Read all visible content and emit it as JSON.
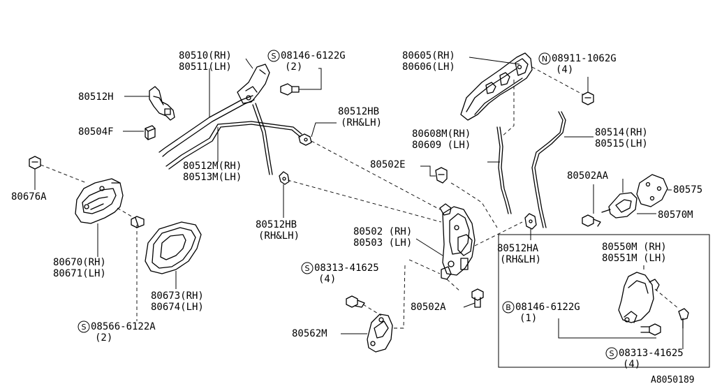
{
  "labels": {
    "p80510": "80510(RH)",
    "p80511": "80511(LH)",
    "s_8146_top_code": "08146-6122G",
    "s_8146_top_qty": "(2)",
    "p80512H": "80512H",
    "p80504F": "80504F",
    "p80512HB_top": "80512HB",
    "p80512HB_top_side": "(RH&LH)",
    "p80605": "80605(RH)",
    "p80606": "80606(LH)",
    "n_08911_code": "08911-1062G",
    "n_08911_qty": "(4)",
    "p80608M": "80608M(RH)",
    "p80609": "80609 (LH)",
    "p80514": "80514(RH)",
    "p80515": "80515(LH)",
    "p80676A": "80676A",
    "p80512M": "80512M(RH)",
    "p80513M": "80513M(LH)",
    "p80502E": "80502E",
    "p80502AA": "80502AA",
    "p80575": "80575",
    "p80570M": "80570M",
    "p80512HB_mid": "80512HB",
    "p80512HB_mid_side": "(RH&LH)",
    "p80502": "80502 (RH)",
    "p80503": "80503 (LH)",
    "p80512HA": "80512HA",
    "p80512HA_side": "(RH&LH)",
    "p80670": "80670(RH)",
    "p80671": "80671(LH)",
    "s_08313_left_code": "08313-41625",
    "s_08313_left_qty": "(4)",
    "p80550M": "80550M (RH)",
    "p80551M": "80551M (LH)",
    "p80673": "80673(RH)",
    "p80674": "80674(LH)",
    "p80502A": "80502A",
    "b_08146_code": "08146-6122G",
    "b_08146_qty": "(1)",
    "s_08566_code": "08566-6122A",
    "s_08566_qty": "(2)",
    "p80562M": "80562M",
    "s_08313_right_code": "08313-41625",
    "s_08313_right_qty": "(4)",
    "diagram_id": "A8050189"
  },
  "symbols": {
    "s": "S",
    "n": "N",
    "b": "B"
  }
}
